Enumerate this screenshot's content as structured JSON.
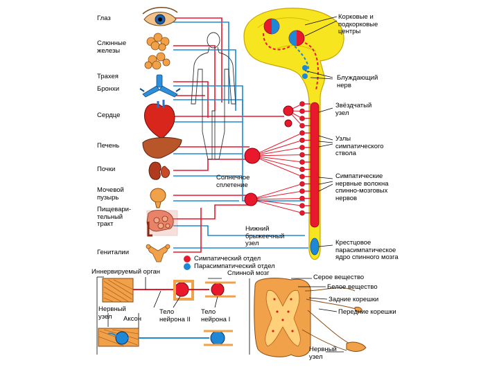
{
  "organ_labels": {
    "eye": "Глаз",
    "salivary": "Слюнные\nжелезы",
    "trachea": "Трахея",
    "bronchi": "Бронхи",
    "heart": "Сердце",
    "liver": "Печень",
    "kidneys": "Почки",
    "bladder": "Мочевой\nпузырь",
    "digestive": "Пищевари-\nтельный\nтракт",
    "genitals": "Гениталии"
  },
  "right_labels": {
    "cortical": "Корковые и\nподкорковые\nцентры",
    "vagus": "Блуждающий\nнерв",
    "stellate": "Звёздчатый\nузел",
    "ganglia": "Узлы\nсимпатического\nствола",
    "sympathetic_fibers": "Симпатические\nнервные волокна\nспинно-мозговых\nнервов",
    "sacral": "Крестцовое\nпарасимпатическое\nядро спинного мозга"
  },
  "center_labels": {
    "solar_plexus": "Солнечное\nсплетение",
    "lower_mesenteric": "Нижний\nбрыжеечный\nузел"
  },
  "legend": {
    "sympathetic": "Симпатический отдел",
    "parasympathetic": "Парасимпатический отдел",
    "sympathetic_color": "#e8192c",
    "parasympathetic_color": "#1e88d6"
  },
  "bottom_labels": {
    "innervated_organ": "Иннервируемый орган",
    "spinal_cord": "Спинной мозг",
    "nerve_ganglion": "Нервный\nузел",
    "axon": "Аксон",
    "neuron_2": "Тело\nнейрона II",
    "neuron_1": "Тело\nнейрона I",
    "gray_matter": "Серое вещество",
    "white_matter": "Белое вещество",
    "posterior_roots": "Задние корешки",
    "anterior_roots": "Передние корешки",
    "nerve_ganglion_2": "Нервный\nузел"
  }
}
